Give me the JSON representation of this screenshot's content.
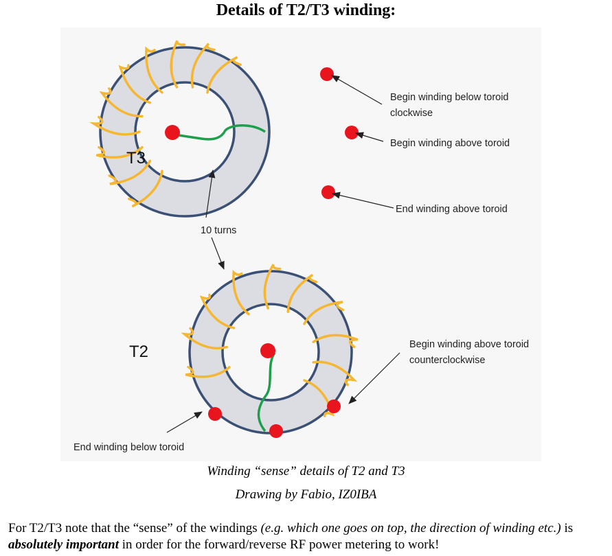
{
  "title": "Details of T2/T3 winding:",
  "diagram": {
    "toroid_labels": {
      "t3": "T3",
      "t2": "T2"
    },
    "annotations": {
      "t3_begin_below_line1": "Begin winding below toroid",
      "t3_begin_below_line2": "clockwise",
      "t3_begin_above": "Begin winding above toroid",
      "t3_end_above": "End winding above toroid",
      "turns": "10 turns",
      "t2_begin_above_line1": "Begin winding above toroid",
      "t2_begin_above_line2": "counterclockwise",
      "t2_end_below": "End winding below toroid"
    },
    "colors": {
      "ring_fill": "#dcdde3",
      "ring_stroke": "#3b5075",
      "wire_yellow": "#f5b731",
      "wire_green": "#1f9e4b",
      "terminal_red": "#e8141e"
    }
  },
  "captions": {
    "line1": "Winding “sense” details of T2 and T3",
    "line2": "Drawing by Fabio, IZ0IBA"
  },
  "note": {
    "part1": "For T2/T3 note that the “sense” of the windings ",
    "part2": "(e.g. which one goes on top, the direction of winding etc.)",
    "part3": " is ",
    "part4": "absolutely important",
    "part5": " in order for the forward/reverse RF power metering to work!"
  }
}
